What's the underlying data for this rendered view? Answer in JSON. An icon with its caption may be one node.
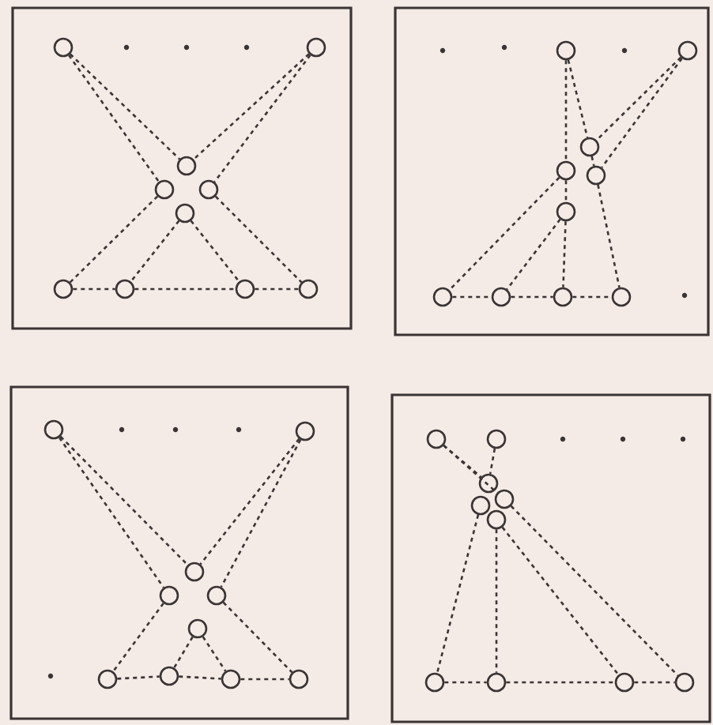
{
  "diagram": {
    "nodes": [
      {
        "text": [],
        "shape": "box"
      },
      {
        "text": [],
        "shape": "circle",
        "in": 0
      },
      {
        "text": [],
        "shape": "circle",
        "in": 0
      },
      {
        "text": [],
        "shape": "circle",
        "in": 0
      },
      {
        "text": [],
        "shape": "circle",
        "in": 0
      },
      {
        "text": [],
        "shape": "circle",
        "in": 0
      },
      {
        "text": [],
        "shape": "circle",
        "in": 0
      },
      {
        "text": [],
        "shape": "circle",
        "in": 0
      },
      {
        "text": [],
        "shape": "circle",
        "in": 0
      },
      {
        "text": [],
        "shape": "circle",
        "in": 0
      },
      {
        "text": [],
        "shape": "circle",
        "in": 0
      },
      {
        "text": [],
        "shape": "box"
      },
      {
        "text": [],
        "shape": "circle",
        "in": 11
      },
      {
        "text": [],
        "shape": "circle",
        "in": 11
      },
      {
        "text": [],
        "shape": "circle",
        "in": 11
      },
      {
        "text": [],
        "shape": "circle",
        "in": 11
      },
      {
        "text": [],
        "shape": "circle",
        "in": 11
      },
      {
        "text": [],
        "shape": "circle",
        "in": 11
      },
      {
        "text": [],
        "shape": "circle",
        "in": 11
      },
      {
        "text": [],
        "shape": "circle",
        "in": 11
      },
      {
        "text": [],
        "shape": "circle",
        "in": 11
      },
      {
        "text": [],
        "shape": "circle",
        "in": 11
      },
      {
        "text": [],
        "shape": "box"
      },
      {
        "text": [],
        "shape": "circle",
        "in": 22
      },
      {
        "text": [],
        "shape": "circle",
        "in": 22
      },
      {
        "text": [],
        "shape": "circle",
        "in": 22
      },
      {
        "text": [],
        "shape": "circle",
        "in": 22
      },
      {
        "text": [],
        "shape": "circle",
        "in": 22
      },
      {
        "text": [],
        "shape": "circle",
        "in": 22
      },
      {
        "text": [],
        "shape": "circle",
        "in": 22
      },
      {
        "text": [],
        "shape": "circle",
        "in": 22
      },
      {
        "text": [],
        "shape": "circle",
        "in": 22
      },
      {
        "text": [],
        "shape": "circle",
        "in": 22
      },
      {
        "text": [],
        "shape": "box"
      },
      {
        "text": [],
        "shape": "circle",
        "in": 33
      },
      {
        "text": [],
        "shape": "circle",
        "in": 33
      },
      {
        "text": [],
        "shape": "circle",
        "in": 33
      },
      {
        "text": [],
        "shape": "circle",
        "in": 33
      },
      {
        "text": [],
        "shape": "circle",
        "in": 33
      },
      {
        "text": [],
        "shape": "circle",
        "in": 33
      },
      {
        "text": [],
        "shape": "circle",
        "in": 33
      },
      {
        "text": [],
        "shape": "circle",
        "in": 33
      },
      {
        "text": [],
        "shape": "circle",
        "in": 33
      },
      {
        "text": [],
        "shape": "circle",
        "in": 33
      }
    ],
    "edges": [
      {
        "from": 1,
        "to": 3,
        "arrow": "none",
        "style": "dashed"
      },
      {
        "from": 1,
        "to": 4,
        "arrow": "none",
        "style": "dashed"
      },
      {
        "from": 2,
        "to": 3,
        "arrow": "none",
        "style": "dashed"
      },
      {
        "from": 2,
        "to": 5,
        "arrow": "none",
        "style": "dashed"
      },
      {
        "from": 4,
        "to": 7,
        "arrow": "none",
        "style": "dashed"
      },
      {
        "from": 6,
        "to": 8,
        "arrow": "none",
        "style": "dashed"
      },
      {
        "from": 6,
        "to": 9,
        "arrow": "none",
        "style": "dashed"
      },
      {
        "from": 5,
        "to": 10,
        "arrow": "none",
        "style": "dashed"
      },
      {
        "from": 7,
        "to": 8,
        "arrow": "none",
        "style": "dashed"
      },
      {
        "from": 8,
        "to": 9,
        "arrow": "none",
        "style": "dashed"
      },
      {
        "from": 9,
        "to": 10,
        "arrow": "none",
        "style": "dashed"
      },
      {
        "from": 12,
        "to": 15,
        "arrow": "none",
        "style": "dashed"
      },
      {
        "from": 12,
        "to": 14,
        "arrow": "none",
        "style": "dashed"
      },
      {
        "from": 14,
        "to": 16,
        "arrow": "none",
        "style": "dashed"
      },
      {
        "from": 13,
        "to": 14,
        "arrow": "none",
        "style": "dashed"
      },
      {
        "from": 13,
        "to": 16,
        "arrow": "none",
        "style": "dashed"
      },
      {
        "from": 15,
        "to": 18,
        "arrow": "none",
        "style": "dashed"
      },
      {
        "from": 15,
        "to": 17,
        "arrow": "none",
        "style": "dashed"
      },
      {
        "from": 17,
        "to": 19,
        "arrow": "none",
        "style": "dashed"
      },
      {
        "from": 17,
        "to": 20,
        "arrow": "none",
        "style": "dashed"
      },
      {
        "from": 16,
        "to": 21,
        "arrow": "none",
        "style": "dashed"
      },
      {
        "from": 18,
        "to": 19,
        "arrow": "none",
        "style": "dashed"
      },
      {
        "from": 19,
        "to": 20,
        "arrow": "none",
        "style": "dashed"
      },
      {
        "from": 20,
        "to": 21,
        "arrow": "none",
        "style": "dashed"
      },
      {
        "from": 23,
        "to": 25,
        "arrow": "none",
        "style": "dashed"
      },
      {
        "from": 23,
        "to": 26,
        "arrow": "none",
        "style": "dashed"
      },
      {
        "from": 24,
        "to": 25,
        "arrow": "none",
        "style": "dashed"
      },
      {
        "from": 24,
        "to": 27,
        "arrow": "none",
        "style": "dashed"
      },
      {
        "from": 26,
        "to": 29,
        "arrow": "none",
        "style": "dashed"
      },
      {
        "from": 28,
        "to": 30,
        "arrow": "none",
        "style": "dashed"
      },
      {
        "from": 28,
        "to": 31,
        "arrow": "none",
        "style": "dashed"
      },
      {
        "from": 27,
        "to": 32,
        "arrow": "none",
        "style": "dashed"
      },
      {
        "from": 29,
        "to": 30,
        "arrow": "none",
        "style": "dashed"
      },
      {
        "from": 30,
        "to": 31,
        "arrow": "none",
        "style": "dashed"
      },
      {
        "from": 31,
        "to": 32,
        "arrow": "none",
        "style": "dashed"
      },
      {
        "from": 34,
        "to": 36,
        "arrow": "none",
        "style": "dashed"
      },
      {
        "from": 34,
        "to": 38,
        "arrow": "none",
        "style": "dashed"
      },
      {
        "from": 35,
        "to": 36,
        "arrow": "none",
        "style": "dashed"
      },
      {
        "from": 37,
        "to": 40,
        "arrow": "none",
        "style": "dashed"
      },
      {
        "from": 39,
        "to": 41,
        "arrow": "none",
        "style": "dashed"
      },
      {
        "from": 39,
        "to": 42,
        "arrow": "none",
        "style": "dashed"
      },
      {
        "from": 38,
        "to": 43,
        "arrow": "none",
        "style": "dashed"
      },
      {
        "from": 40,
        "to": 41,
        "arrow": "none",
        "style": "dashed"
      },
      {
        "from": 41,
        "to": 42,
        "arrow": "none",
        "style": "dashed"
      },
      {
        "from": 42,
        "to": 43,
        "arrow": "none",
        "style": "dashed"
      }
    ]
  }
}
